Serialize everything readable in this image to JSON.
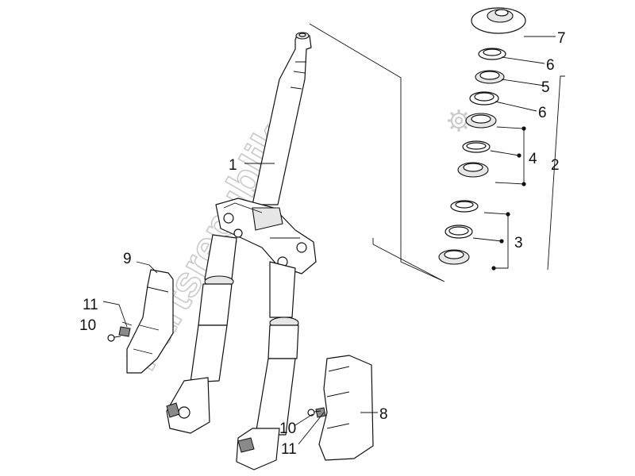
{
  "diagram": {
    "watermark": "Partsrepublik",
    "callouts": {
      "c1": "1",
      "c2": "2",
      "c3": "3",
      "c4": "4",
      "c5": "5",
      "c6a": "6",
      "c6b": "6",
      "c7": "7",
      "c8": "8",
      "c9": "9",
      "c10a": "10",
      "c10b": "10",
      "c11a": "11",
      "c11b": "11"
    },
    "colors": {
      "line": "#111111",
      "fill": "#ffffff",
      "watermark": "#c9c9c9"
    }
  }
}
